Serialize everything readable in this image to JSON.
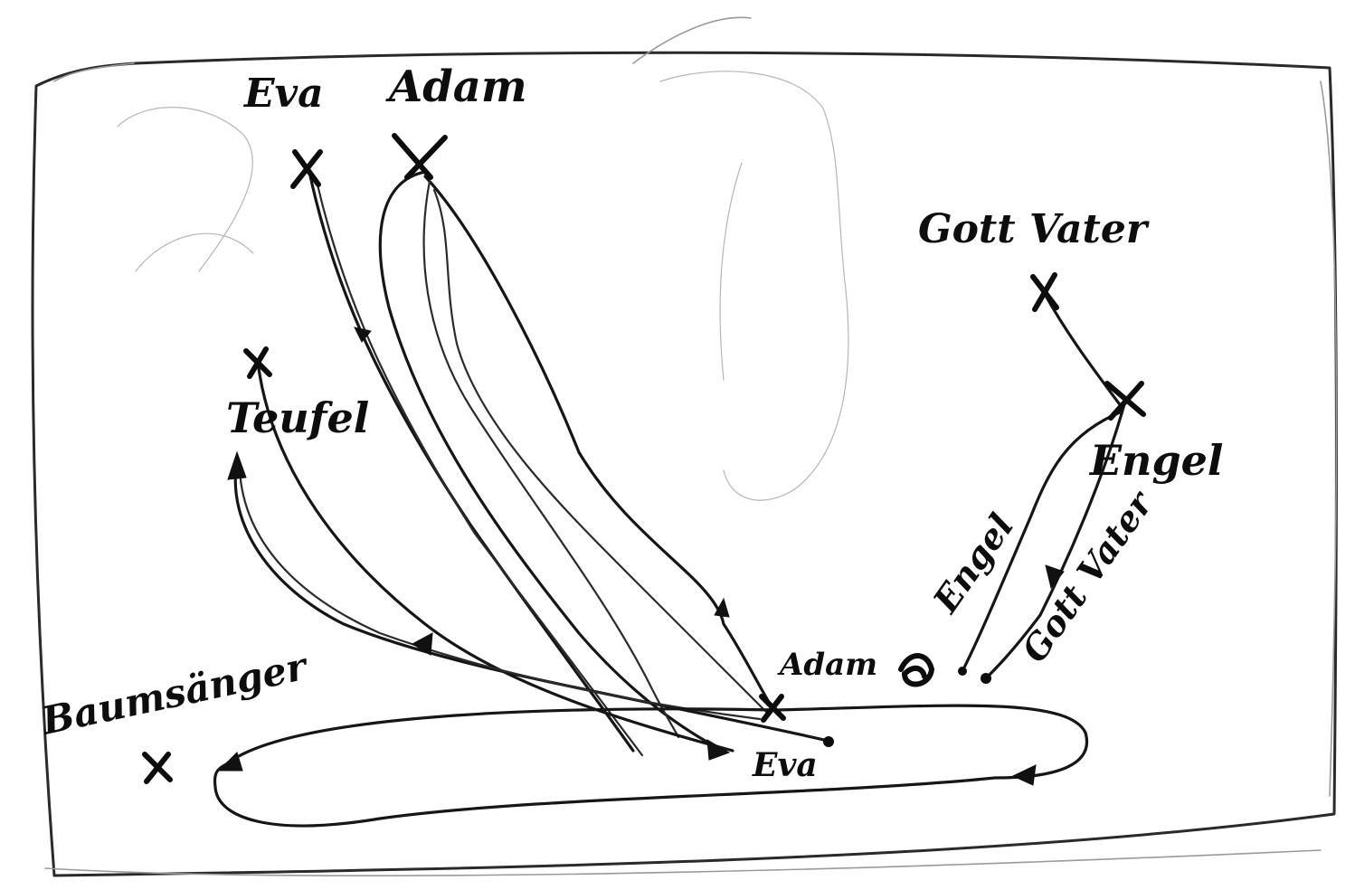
{
  "labels": {
    "eva_top": "Eva",
    "adam_top": "Adam",
    "gott_vater_top": "Gott Vater",
    "teufel": "Teufel",
    "engel_right": "Engel",
    "engel_left": "Engel",
    "gott_vater_diag": "Gott Vater",
    "adam_bottom": "Adam",
    "baumsänger": "Baumsänger",
    "eva_bottom": "Eva"
  },
  "colors": {
    "ink": "#111111",
    "paper": "#ffffff",
    "pencil": "#9a9a9a"
  }
}
